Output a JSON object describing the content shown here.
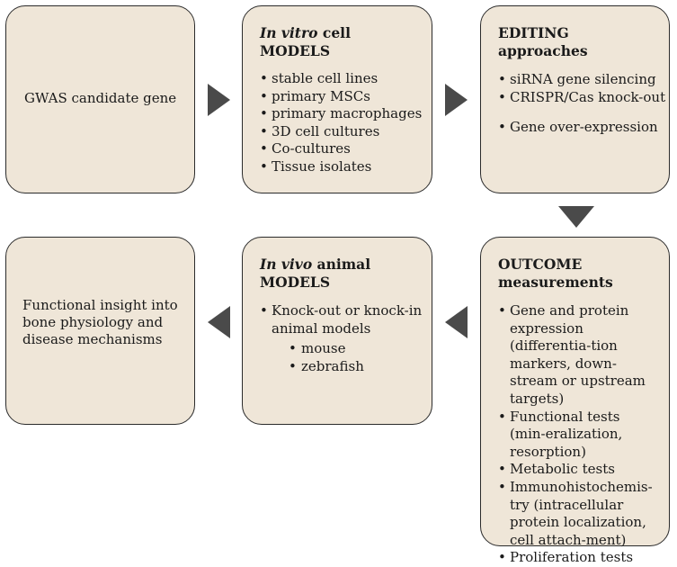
{
  "boxes": {
    "gwas": {
      "text": "GWAS candidate gene"
    },
    "invitro": {
      "title_italic": "In vitro",
      "title_rest": " cell",
      "title_line2": "MODELS",
      "items": [
        "stable cell lines",
        "primary MSCs",
        "primary macrophages",
        "3D cell cultures",
        "Co-cultures",
        "Tissue isolates"
      ]
    },
    "editing": {
      "title_line1": "EDITING",
      "title_line2": "approaches",
      "items": [
        "siRNA gene silencing",
        "CRISPR/Cas knock-out"
      ],
      "extra_item": "Gene over-expression"
    },
    "outcome": {
      "title_line1": "OUTCOME",
      "title_line2": "measurements",
      "items": [
        "Gene and protein expression (differentia-tion markers, down-stream or upstream targets)",
        "Functional tests (min-eralization, resorption)",
        "Metabolic tests",
        "Immunohistochemis-try (intracellular protein localization, cell attach-ment)",
        "Proliferation tests"
      ]
    },
    "invivo": {
      "title_italic": "In vivo",
      "title_rest": " animal",
      "title_line2": "MODELS",
      "item": "Knock-out or knock-in animal models",
      "subitems": [
        "mouse",
        "zebrafish"
      ]
    },
    "functional": {
      "text": "Functional insight into bone physiology and disease mechanisms"
    }
  },
  "colors": {
    "box_fill": "#efe6d8",
    "border": "#2b2b2b",
    "arrow": "#4a4a4a"
  }
}
